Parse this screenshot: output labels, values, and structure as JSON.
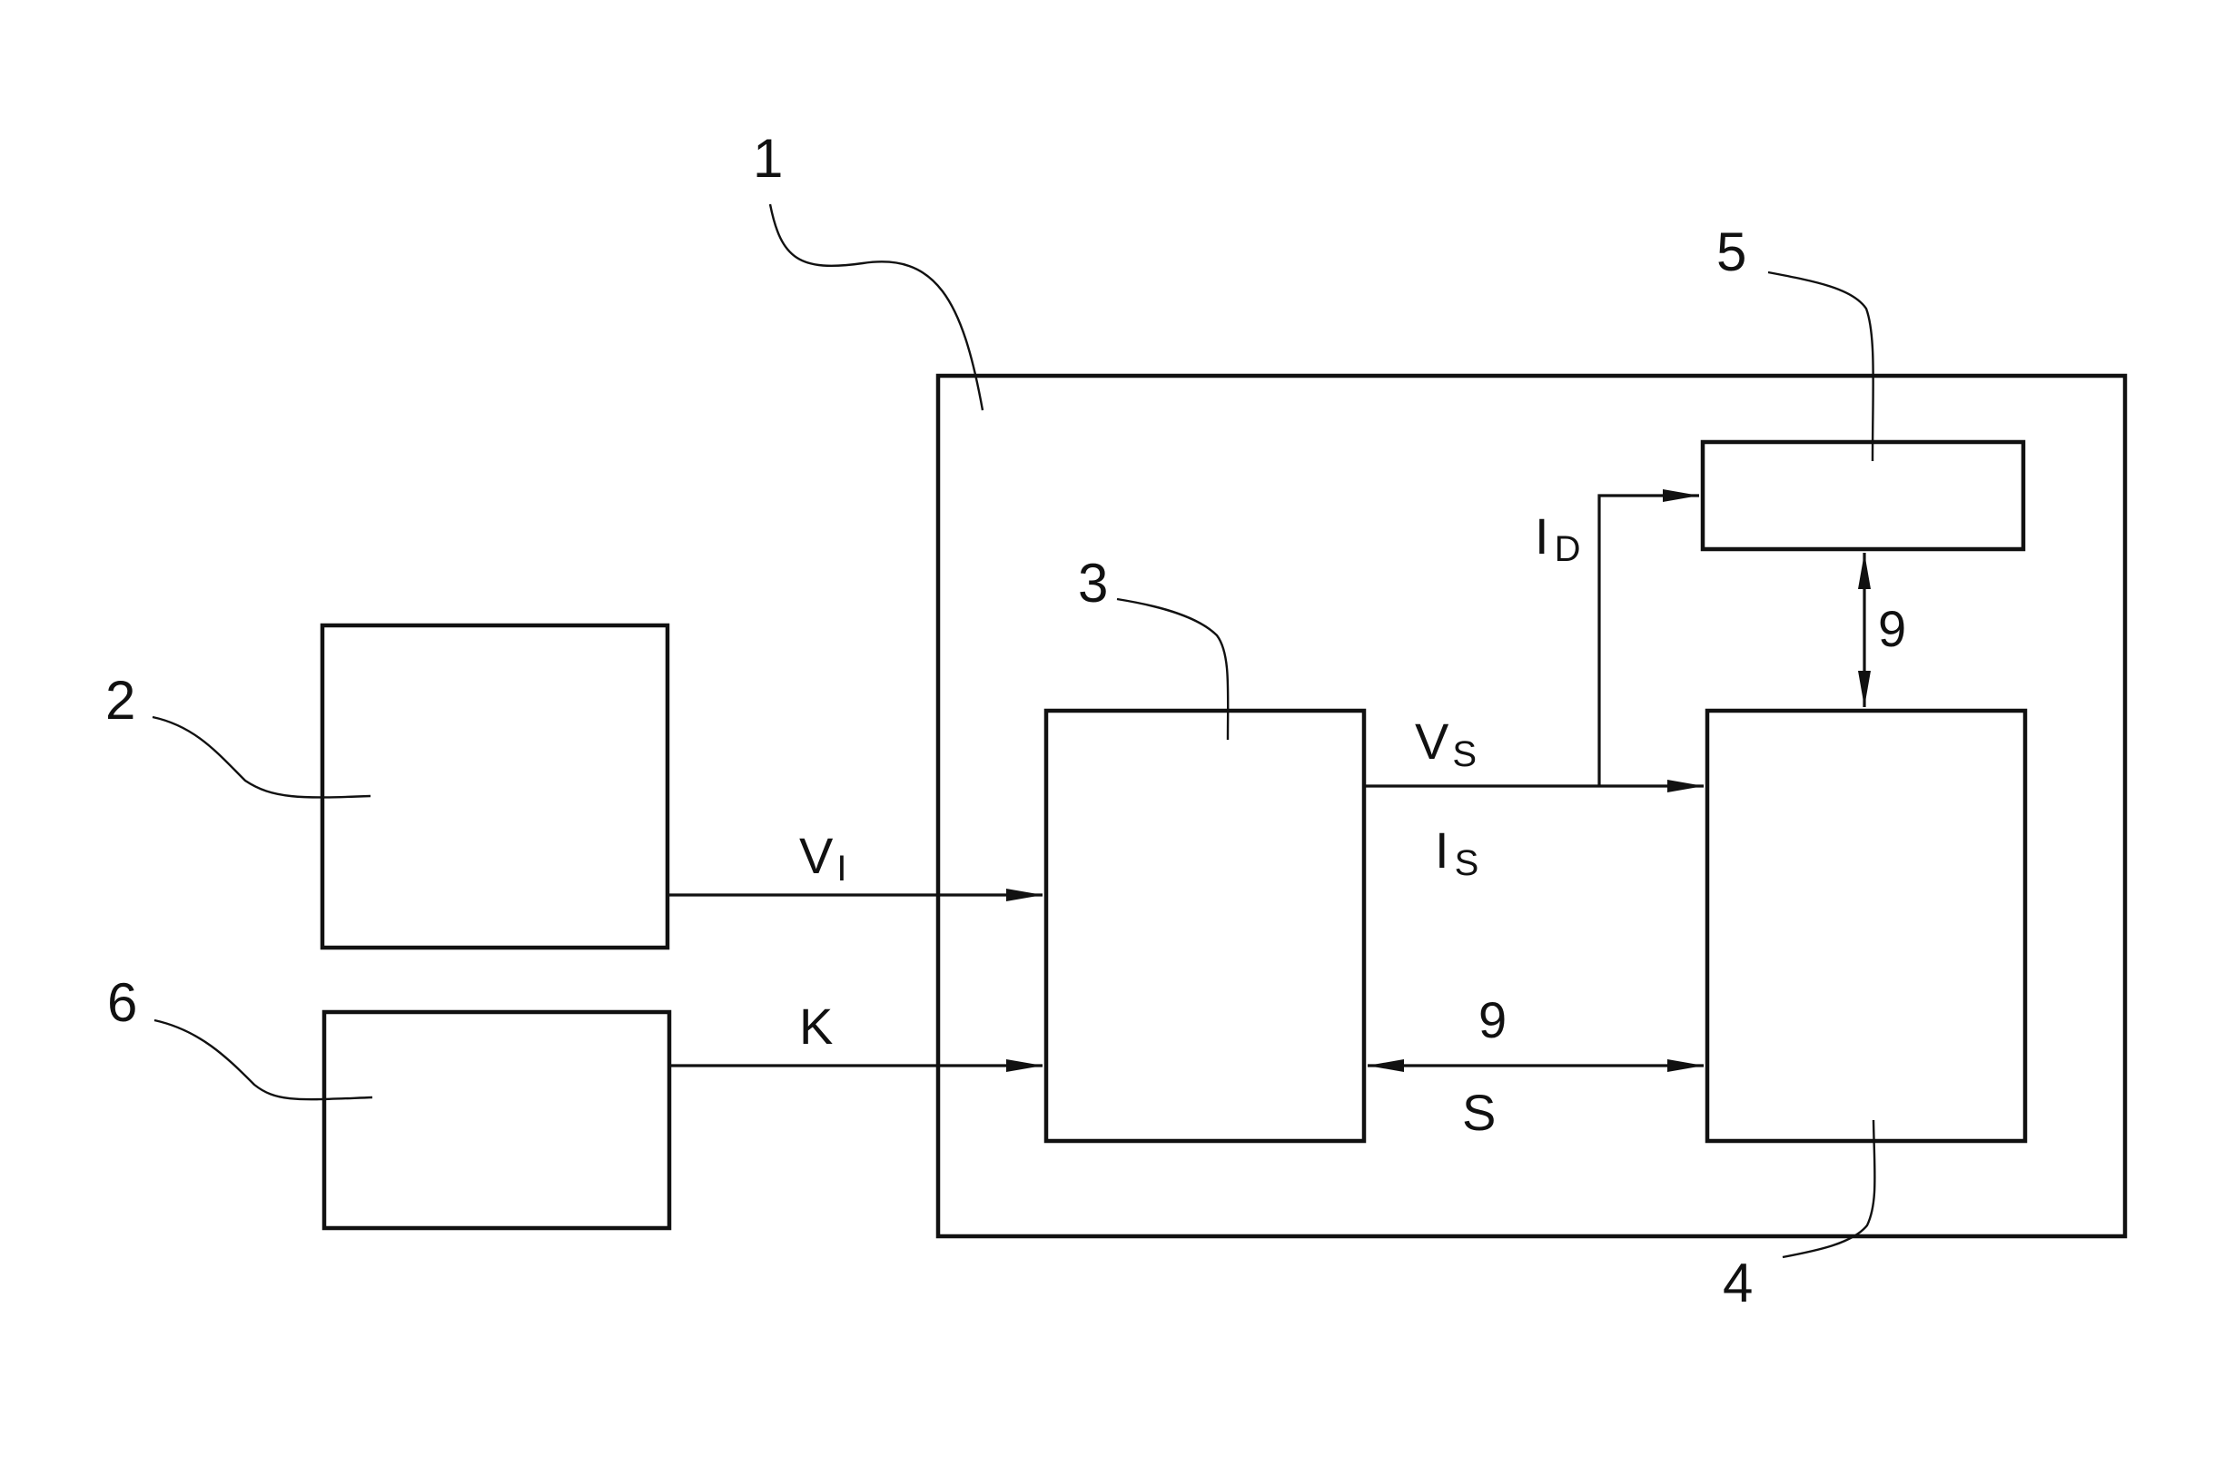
{
  "reference_numerals": {
    "device": "1",
    "block_2": "2",
    "block_3": "3",
    "block_4": "4",
    "block_5": "5",
    "block_6": "6"
  },
  "signals": {
    "input_voltage": {
      "main": "V",
      "sub": "I"
    },
    "control": "K",
    "output_voltage": {
      "main": "V",
      "sub": "S"
    },
    "output_current": {
      "main": "I",
      "sub": "S"
    },
    "diversion_current": {
      "main": "I",
      "sub": "D"
    },
    "link_3_4_numeral": "9",
    "link_3_4_signal": "S",
    "link_5_4_numeral": "9"
  },
  "colors": {
    "line": "#111111",
    "background": "#ffffff"
  }
}
